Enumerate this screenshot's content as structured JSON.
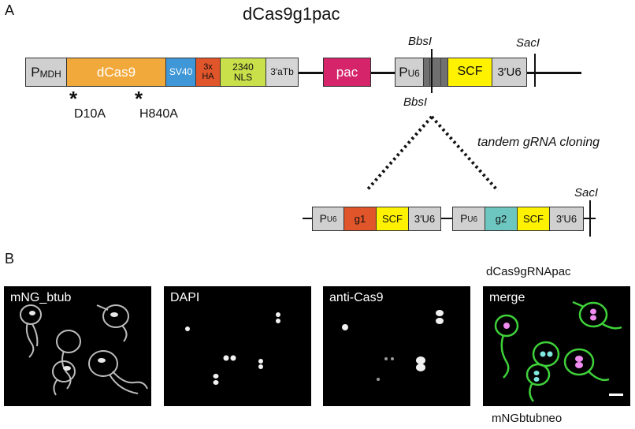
{
  "panelA": {
    "letter": "A",
    "title": "dCas9g1pac",
    "segments": {
      "pmdh_p": "P",
      "pmdh_sub": "MDH",
      "dcas9": "dCas9",
      "sv40": "SV40",
      "ha_top": "3x",
      "ha_bottom": "HA",
      "nls_top": "2340",
      "nls_bottom": "NLS",
      "atb": "3′aTb",
      "pac": "pac",
      "pu6_p": "P",
      "pu6_sub": "U6",
      "scf": "SCF",
      "u6end": "3′U6"
    },
    "mutations": {
      "star": "*",
      "m1": "D10A",
      "m2": "H840A"
    },
    "sites": {
      "bbsi_top": "BbsI",
      "bbsi_bottom": "BbsI",
      "saci_top": "SacI"
    },
    "cloning_label": "tandem gRNA cloning",
    "tandem": {
      "pu6_1_p": "P",
      "pu6_1_sub": "U6",
      "g1": "g1",
      "scf1": "SCF",
      "u6end1": "3′U6",
      "pu6_2_p": "P",
      "pu6_2_sub": "U6",
      "g2": "g2",
      "scf2": "SCF",
      "u6end2": "3′U6",
      "saci": "SacI"
    }
  },
  "panelB": {
    "letter": "B",
    "top_right_label": "dCas9gRNApac",
    "bottom_right_label": "mNGbtubneo",
    "panels": [
      "mNG_btub",
      "DAPI",
      "anti-Cas9",
      "merge"
    ]
  },
  "colors": {
    "pmdh": "#d0d0d0",
    "dcas9": "#f2a93b",
    "sv40": "#3f97d8",
    "ha": "#e0552a",
    "nls": "#c9e04a",
    "atb": "#d6d6d6",
    "pac": "#d6246a",
    "bbs_region": "#707070",
    "scf": "#fff200",
    "u6end": "#d0d0d0",
    "g1": "#e0552a",
    "g2": "#6ec6c0",
    "merge_green": "#3fd13a",
    "merge_magenta": "#f08cf0"
  }
}
